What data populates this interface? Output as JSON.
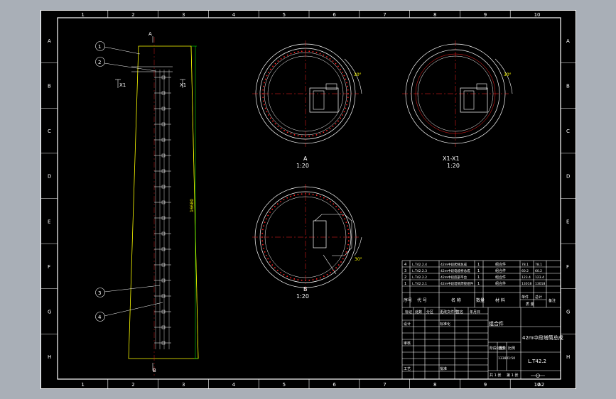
{
  "drawing": {
    "col_labels": [
      "1",
      "2",
      "3",
      "4",
      "5",
      "6",
      "7",
      "8",
      "9",
      "10"
    ],
    "row_labels": [
      "A",
      "B",
      "C",
      "D",
      "E",
      "F",
      "G",
      "H"
    ],
    "sheet_size": "A2",
    "colors": {
      "frame": "#ffffff",
      "outline": "#ffff00",
      "center": "#ff2020",
      "dim": "#00ff00"
    },
    "front_view": {
      "section_top": "A",
      "section_bottom": "B",
      "cut_left": "X1",
      "cut_right": "X1",
      "height_dim": "16680",
      "balloons": [
        "1",
        "2",
        "3",
        "4"
      ]
    },
    "view_a": {
      "name": "A",
      "scale": "1:20",
      "angle": "30°"
    },
    "view_x1": {
      "name": "X1-X1",
      "scale": "1:20",
      "angle": "30°"
    },
    "view_b": {
      "name": "B",
      "scale": "1:20",
      "angle": "30°"
    }
  },
  "bom": {
    "rows": [
      {
        "no": "4",
        "code": "L.T42.2.4",
        "name": "42m中段爬梯总成",
        "qty": "1",
        "material": "组合件",
        "unit": "78.1",
        "total": "78.1"
      },
      {
        "no": "3",
        "code": "L.T42.2.3",
        "name": "42m中段电缆桥总成",
        "qty": "1",
        "material": "组合件",
        "unit": "60.2",
        "total": "60.2"
      },
      {
        "no": "2",
        "code": "L.T42.2.2",
        "name": "42m中段底部平台",
        "qty": "1",
        "material": "组合件",
        "unit": "123.4",
        "total": "123.4"
      },
      {
        "no": "1",
        "code": "L.T42.2.1",
        "name": "42m中段塔筒焊接组件",
        "qty": "1",
        "material": "组合件",
        "unit": "13018",
        "total": "13018"
      }
    ],
    "headers": {
      "no": "序号",
      "code": "代 号",
      "name": "名 称",
      "qty": "数量",
      "material": "材 料",
      "unit": "单件",
      "total": "总计",
      "weight": "质 量",
      "remark": "备注"
    }
  },
  "title_block": {
    "material_label": "组合件",
    "part_name": "42m中段塔筒总成",
    "drawing_no": "L.T42.2",
    "marking": "标记",
    "count": "处数",
    "zone": "分区",
    "change_doc": "更改文件号",
    "signature": "签名",
    "date": "年月日",
    "design": "设计",
    "standardize": "标准化",
    "check": "审核",
    "process": "工艺",
    "approve": "批准",
    "stage_mark": "阶段标记",
    "weight": "重量",
    "scale_label": "比例",
    "weight_value": "13380",
    "scale_value": "1:50",
    "sheets_total": "共 1 张",
    "sheet_no": "第 1 张"
  }
}
